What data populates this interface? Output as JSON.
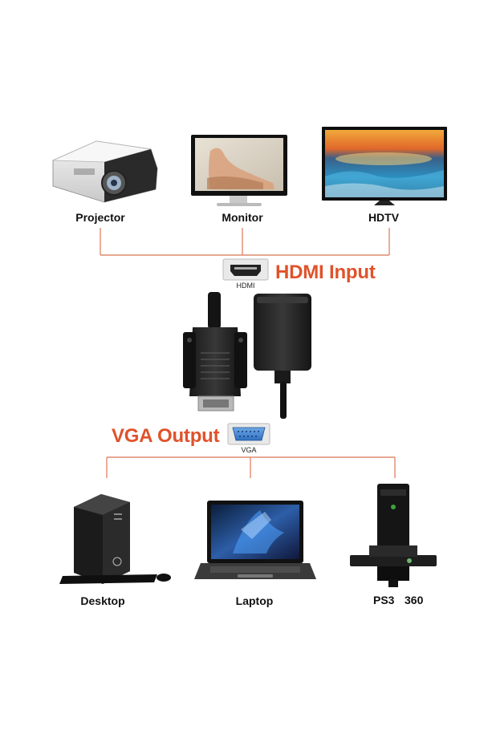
{
  "input": {
    "title": "HDMI Input",
    "port_label": "HDMI",
    "devices": [
      "Projector",
      "Monitor",
      "HDTV"
    ]
  },
  "output": {
    "title": "VGA Output",
    "port_label": "VGA",
    "devices": [
      "Desktop",
      "Laptop"
    ],
    "console_labels": [
      "PS3",
      "360"
    ]
  },
  "colors": {
    "accent": "#e0522a",
    "connector_line": "#e08b6e",
    "text": "#111111"
  }
}
